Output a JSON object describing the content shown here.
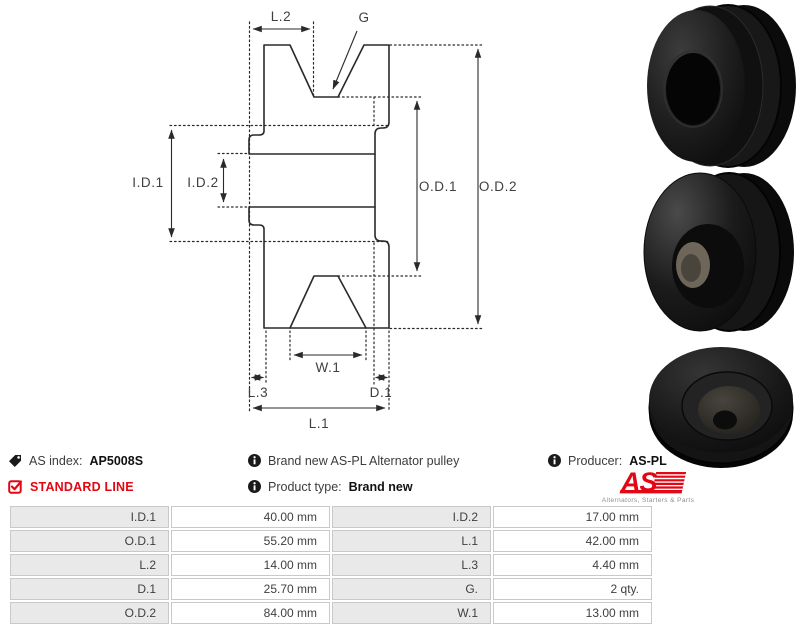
{
  "colors": {
    "brand_red": "#e30613",
    "table_label_bg": "#e9e9e9",
    "table_border": "#c9c9c9"
  },
  "diagram": {
    "labels": {
      "l2": "L.2",
      "g": "G",
      "id1": "I.D.1",
      "id2": "I.D.2",
      "od1": "O.D.1",
      "od2": "O.D.2",
      "w1": "W.1",
      "l3": "L.3",
      "d1": "D.1",
      "l1": "L.1"
    }
  },
  "info": {
    "as_index_label": "AS index:",
    "as_index_value": "AP5008S",
    "standard_line": "STANDARD LINE",
    "description": "Brand new AS-PL Alternator pulley",
    "product_type_label": "Product type:",
    "product_type_value": "Brand new",
    "producer_label": "Producer:",
    "producer_value": "AS-PL",
    "logo_text": "AS",
    "logo_tagline": "Alternators, Starters & Parts"
  },
  "spec_table": {
    "left": [
      {
        "label": "I.D.1",
        "value": "40.00 mm"
      },
      {
        "label": "O.D.1",
        "value": "55.20 mm"
      },
      {
        "label": "L.2",
        "value": "14.00 mm"
      },
      {
        "label": "D.1",
        "value": "25.70 mm"
      },
      {
        "label": "O.D.2",
        "value": "84.00 mm"
      }
    ],
    "right": [
      {
        "label": "I.D.2",
        "value": "17.00 mm"
      },
      {
        "label": "L.1",
        "value": "42.00 mm"
      },
      {
        "label": "L.3",
        "value": "4.40 mm"
      },
      {
        "label": "G.",
        "value": "2 qty."
      },
      {
        "label": "W.1",
        "value": "13.00 mm"
      }
    ]
  }
}
